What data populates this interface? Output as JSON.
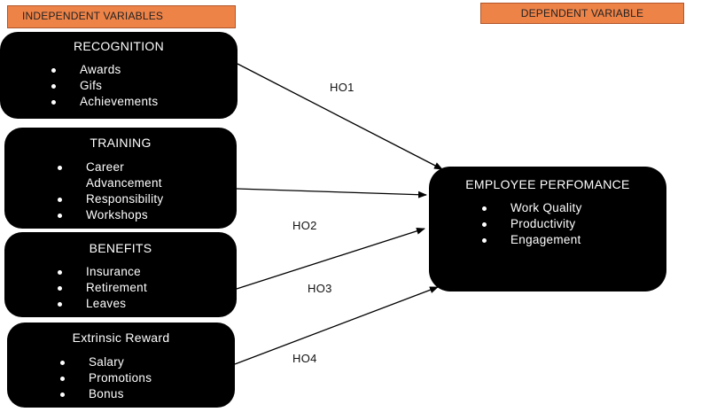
{
  "headers": {
    "independent": "INDEPENDENT VARIABLES",
    "dependent": "DEPENDENT VARIABLE"
  },
  "boxes": {
    "recognition": {
      "title": "RECOGNITION",
      "items": [
        "Awards",
        "Gifs",
        "Achievements"
      ]
    },
    "training": {
      "title": "TRAINING",
      "items": [
        "Career",
        "Advancement",
        "Responsibility",
        "Workshops"
      ]
    },
    "benefits": {
      "title": "BENEFITS",
      "items": [
        "Insurance",
        "Retirement",
        "Leaves"
      ]
    },
    "extrinsic": {
      "title": "Extrinsic Reward",
      "items": [
        "Salary",
        "Promotions",
        "Bonus"
      ]
    },
    "performance": {
      "title": "EMPLOYEE PERFOMANCE",
      "items": [
        "Work Quality",
        "Productivity",
        "Engagement"
      ]
    }
  },
  "hypotheses": {
    "h1": "HO1",
    "h2": "HO2",
    "h3": "HO3",
    "h4": "HO4"
  }
}
